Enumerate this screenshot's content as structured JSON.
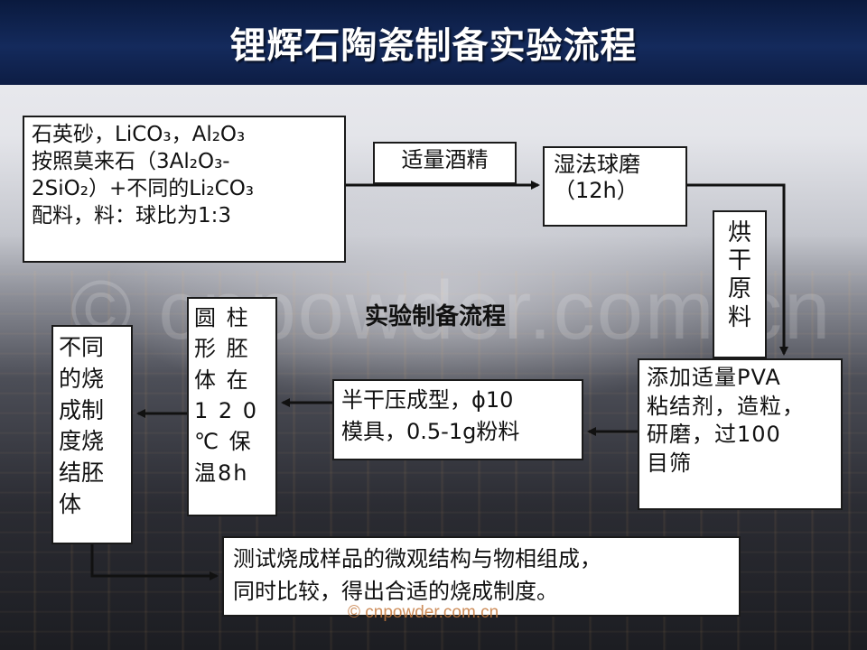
{
  "header": {
    "title": "锂辉石陶瓷制备实验流程"
  },
  "watermark": {
    "large": "© cnpowder.com.cn",
    "small": "© cnpowder.com.cn"
  },
  "center_label": "实验制备流程",
  "steps": {
    "raw_materials": "石英砂，LiCO₃，Al₂O₃\n按照莫来石（3Al₂O₃-\n2SiO₂）+不同的Li₂CO₃\n配料，料：球比为1:3",
    "alcohol": "适量酒精",
    "wet_milling": "湿法球磨\n（12h）",
    "drying": "烘\n干\n原\n料",
    "add_pva": "添加适量PVA\n粘结剂，造粒，\n研磨，过100\n目筛",
    "pressing": "半干压成型，ϕ10\n模具，0.5-1g粉料",
    "green_body": "圆 柱\n形 胚\n体 在\n1 2 0\n℃ 保\n温8h",
    "sintering": "不同\n的烧\n成制\n度烧\n结胚\n体",
    "testing": "测试烧成样品的微观结构与物相组成，\n同时比较，得出合适的烧成制度。"
  }
}
